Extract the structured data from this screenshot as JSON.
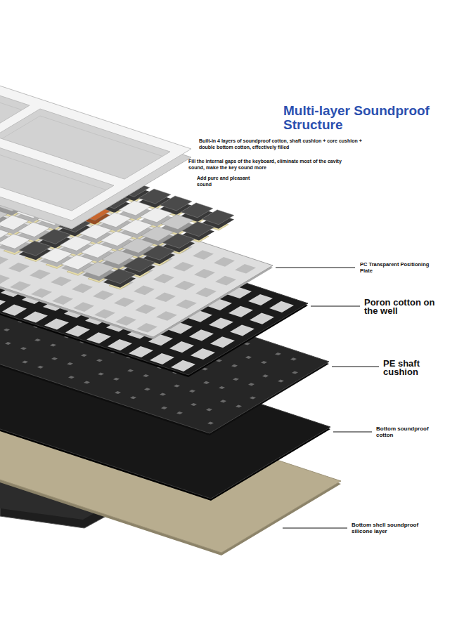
{
  "diagram": {
    "title": "Multi-layer Soundproof Structure",
    "labels": [
      "Built-in 4 layers of soundproof cotton, shaft cushion + core cushion + double bottom cotton, effectively filled",
      "Fill the internal gaps of the keyboard, eliminate most of the cavity sound, make the key sound more",
      "Add pure and pleasant sound",
      "PC Transparent Positioning Plate",
      "Poron cotton on the well",
      "PE shaft cushion",
      "Bottom soundproof cotton",
      "Bottom shell soundproof silicone layer"
    ]
  }
}
